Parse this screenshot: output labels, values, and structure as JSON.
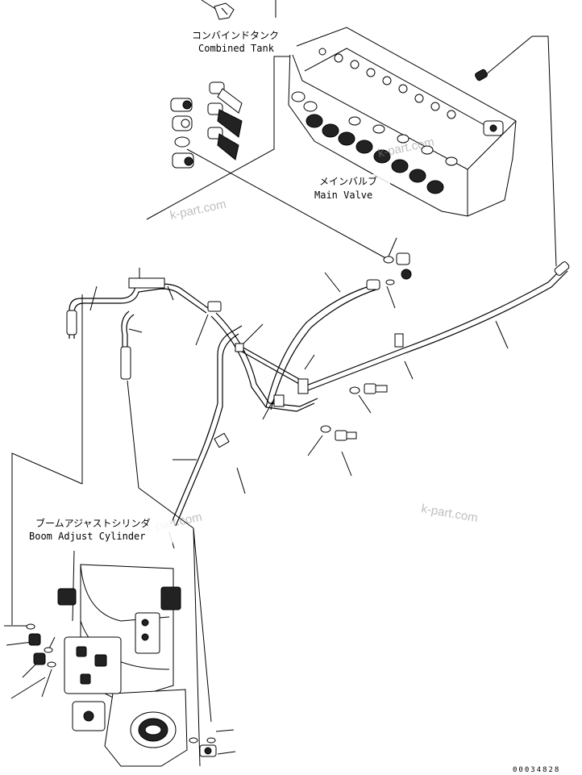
{
  "labels": {
    "combined_tank_jp": "コンバインドタンク",
    "combined_tank_en": "Combined Tank",
    "main_valve_jp": "メインバルブ",
    "main_valve_en": "Main Valve",
    "boom_cyl_jp": "ブームアジャストシリンダ",
    "boom_cyl_en": "Boom Adjust Cylinder"
  },
  "watermarks": [
    "k-part.com",
    "k-part.com",
    "k-part.com",
    "k-part.com"
  ],
  "drawing_number": "00034828"
}
